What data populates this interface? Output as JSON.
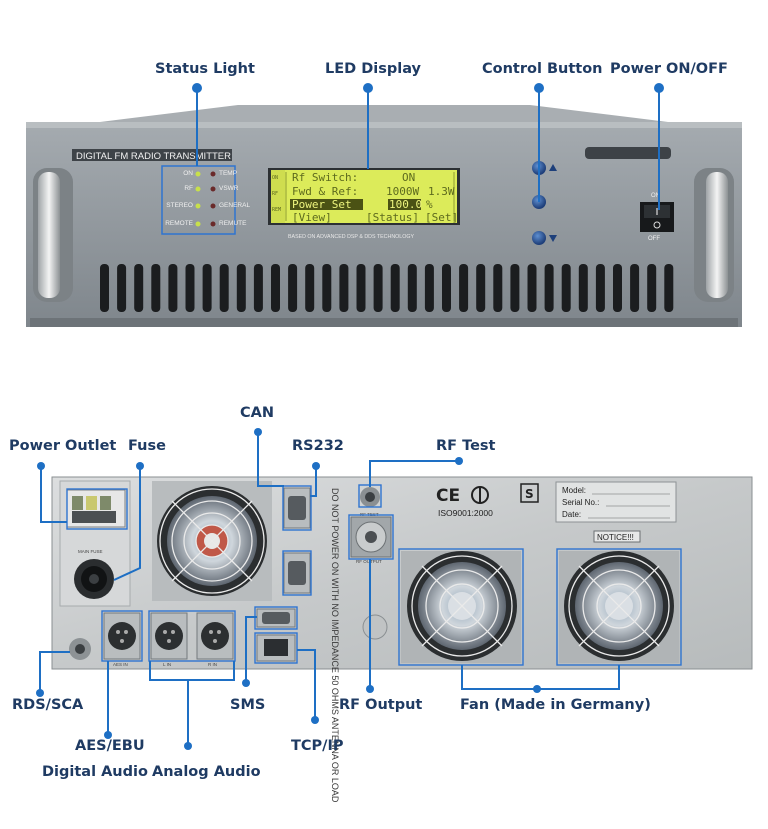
{
  "front": {
    "brand": "DIGITAL FM RADIO TRANSMITTER",
    "tagline": "BASED ON ADVANCED DSP & DDS TECHNOLOGY",
    "leds_left": [
      "ON",
      "RF",
      "STEREO",
      "REMOTE"
    ],
    "leds_right": [
      "TEMP",
      "VSWR",
      "GENERAL",
      "REMUTE"
    ],
    "lcd": {
      "line1_label": "Rf Switch:",
      "line1_value": "ON",
      "line2_label": "Fwd & Ref:",
      "line2_fwd": "1000W",
      "line2_ref": "1.3W",
      "line3_label": "Power Set",
      "line3_value": "100.0",
      "line3_unit": "%",
      "menu_view": "[View]",
      "menu_status": "[Status]",
      "menu_set": "[Set]"
    },
    "switch_on": "ON",
    "switch_off": "OFF",
    "callouts": {
      "status_light": "Status Light",
      "led_display": "LED  Display",
      "control_button": "Control Button",
      "power_switch": "Power ON/OFF"
    }
  },
  "rear": {
    "callouts": {
      "power_outlet": "Power Outlet",
      "fuse": "Fuse",
      "can": "CAN",
      "rs232": "RS232",
      "rf_test": "RF Test",
      "rds_sca": "RDS/SCA",
      "aes_ebu": "AES/EBU",
      "digital_audio": "Digital Audio",
      "analog_audio": "Analog Audio",
      "sms": "SMS",
      "tcp_ip": "TCP/IP",
      "rf_output": "RF Output",
      "fan": "Fan (Made in Germany)"
    },
    "cert_text": "ISO9001:2000",
    "label_model": "Model:",
    "label_serial": "Serial No.:",
    "label_date": "Date:",
    "notice": "NOTICE!!!",
    "warning_text": "DO NOT POWER ON WITH NO IMPEDANCE 50 OHMS ANTENNA OR LOAD",
    "connector_aes": "AES IN",
    "connector_l": "L IN",
    "connector_r": "R IN",
    "connector_rf_out": "RF OUTPUT",
    "connector_rf_test": "RF TEST",
    "main_fuse": "MAIN FUSE"
  },
  "colors": {
    "callout_text": "#1f3b63",
    "callout_line": "#1e6fc4",
    "panel_gray": "#8f969c",
    "lcd_green": "#dceb5a",
    "rear_steel": "#cfd2d3"
  }
}
